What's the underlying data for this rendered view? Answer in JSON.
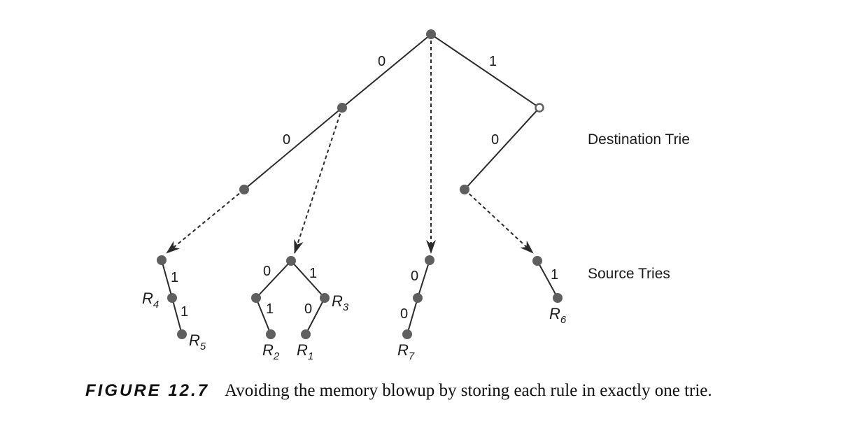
{
  "labels": {
    "destination_trie": "Destination Trie",
    "source_tries": "Source Tries"
  },
  "edge_bits": {
    "root_left": "0",
    "root_right": "1",
    "dest_00": "0",
    "dest_10": "0",
    "src1_1a": "1",
    "src1_1b": "1",
    "src2_0": "0",
    "src2_1": "1",
    "src2_01": "1",
    "src2_10": "0",
    "src3_0a": "0",
    "src3_0b": "0",
    "src4_1": "1"
  },
  "rules": {
    "r4": {
      "letter": "R",
      "sub": "4"
    },
    "r5": {
      "letter": "R",
      "sub": "5"
    },
    "r2": {
      "letter": "R",
      "sub": "2"
    },
    "r1": {
      "letter": "R",
      "sub": "1"
    },
    "r3": {
      "letter": "R",
      "sub": "3"
    },
    "r7": {
      "letter": "R",
      "sub": "7"
    },
    "r6": {
      "letter": "R",
      "sub": "6"
    }
  },
  "caption": {
    "number": "FIGURE 12.7",
    "text": "Avoiding the memory blowup by storing each rule in exactly one trie."
  }
}
